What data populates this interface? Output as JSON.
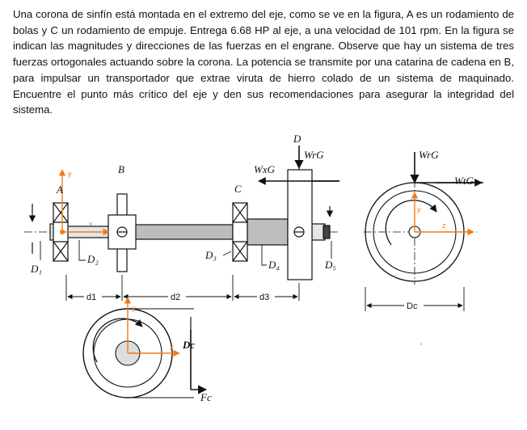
{
  "problem_statement": "Una corona de sinfín está montada en el extremo del eje, como se ve en la figura, A es un rodamiento de bolas y C un rodamiento de empuje. Entrega 6.68 HP al eje, a una velocidad de 101 rpm. En la figura se indican las magnitudes y direcciones de las fuerzas en el engrane. Observe que hay un sistema de tres fuerzas ortogonales actuando sobre la corona. La potencia se transmite por una catarina de cadena en B, para impulsar un transportador que extrae viruta de hierro colado de un sistema de maquinado. Encuentre el punto más crítico del eje y den sus recomendaciones para asegurar la integridad del sistema.",
  "figure": {
    "labels": {
      "A": "A",
      "B": "B",
      "C": "C",
      "D": "D",
      "D1": "D₁",
      "D2": "D₂",
      "D3": "D₃",
      "D4": "D₄",
      "D5": "D₅",
      "WxG": "WxG",
      "WrG_side": "WrG",
      "WrG_end": "WrG",
      "WtG": "WtG",
      "Dc": "Dc",
      "Fc": "Fc",
      "Dc_end": "Dc"
    },
    "dimensions": {
      "d1": "d1",
      "d2": "d2",
      "d3": "d3"
    },
    "axes": {
      "shaft": {
        "x": "x",
        "y": "y"
      },
      "worm_view": {
        "y": "y",
        "z": "z"
      },
      "sprocket_view": {
        "y": "y",
        "z": "z"
      }
    },
    "colors": {
      "axis_arrow": "#f07a18",
      "line": "#111111",
      "fill_shaft": "#bdbdbd",
      "fill_part": "#e6e6e6"
    }
  }
}
